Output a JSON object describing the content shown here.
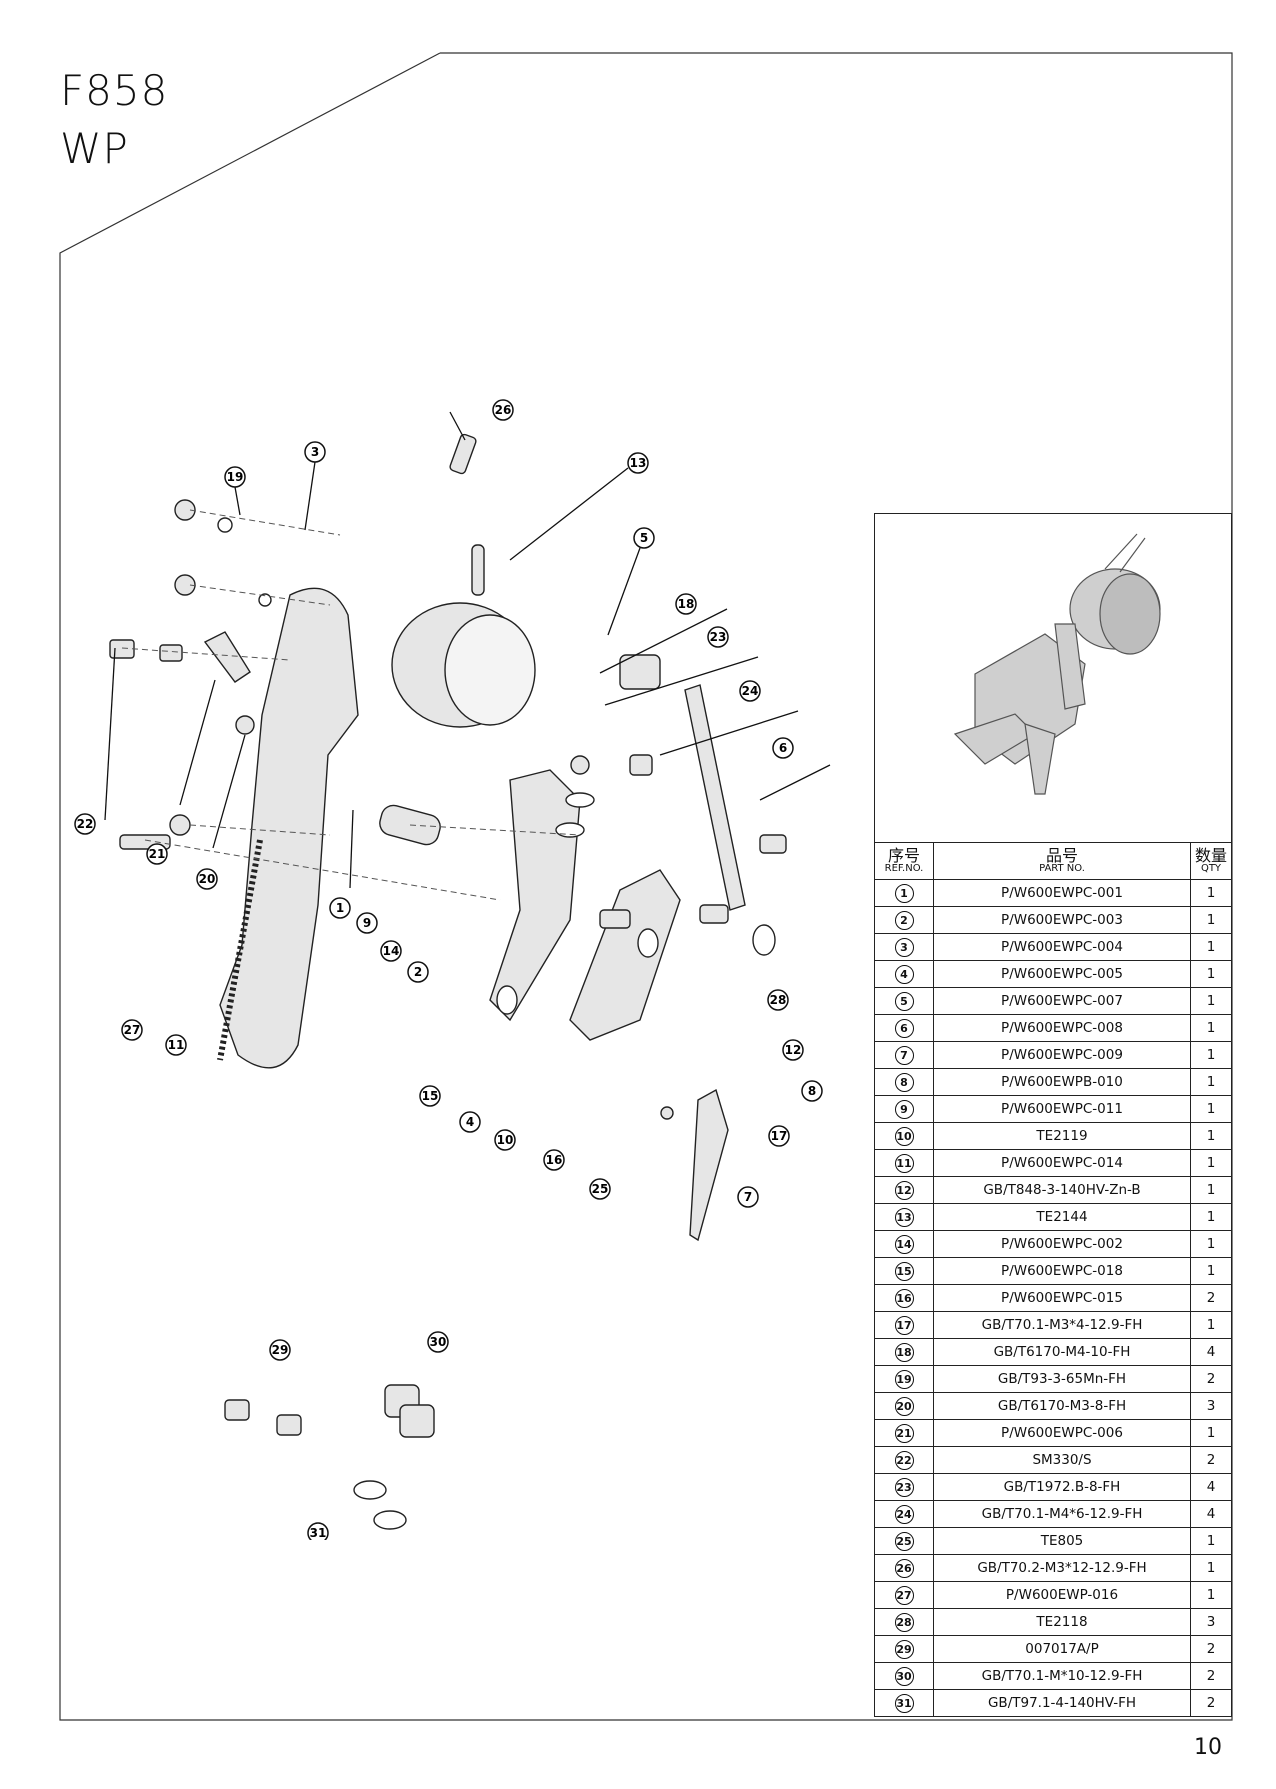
{
  "header": {
    "model_code": "F858",
    "model_suffix": "WP"
  },
  "page_number": "10",
  "table": {
    "headers": {
      "ref_cn": "序号",
      "ref_en": "REF.NO.",
      "part_cn": "品号",
      "part_en": "PART NO.",
      "qty_cn": "数量",
      "qty_en": "QTY"
    },
    "rows": [
      {
        "ref": "1",
        "part": "P/W600EWPC-001",
        "qty": "1"
      },
      {
        "ref": "2",
        "part": "P/W600EWPC-003",
        "qty": "1"
      },
      {
        "ref": "3",
        "part": "P/W600EWPC-004",
        "qty": "1"
      },
      {
        "ref": "4",
        "part": "P/W600EWPC-005",
        "qty": "1"
      },
      {
        "ref": "5",
        "part": "P/W600EWPC-007",
        "qty": "1"
      },
      {
        "ref": "6",
        "part": "P/W600EWPC-008",
        "qty": "1"
      },
      {
        "ref": "7",
        "part": "P/W600EWPC-009",
        "qty": "1"
      },
      {
        "ref": "8",
        "part": "P/W600EWPB-010",
        "qty": "1"
      },
      {
        "ref": "9",
        "part": "P/W600EWPC-011",
        "qty": "1"
      },
      {
        "ref": "10",
        "part": "TE2119",
        "qty": "1"
      },
      {
        "ref": "11",
        "part": "P/W600EWPC-014",
        "qty": "1"
      },
      {
        "ref": "12",
        "part": "GB/T848-3-140HV-Zn-B",
        "qty": "1"
      },
      {
        "ref": "13",
        "part": "TE2144",
        "qty": "1"
      },
      {
        "ref": "14",
        "part": "P/W600EWPC-002",
        "qty": "1"
      },
      {
        "ref": "15",
        "part": "P/W600EWPC-018",
        "qty": "1"
      },
      {
        "ref": "16",
        "part": "P/W600EWPC-015",
        "qty": "2"
      },
      {
        "ref": "17",
        "part": "GB/T70.1-M3*4-12.9-FH",
        "qty": "1"
      },
      {
        "ref": "18",
        "part": "GB/T6170-M4-10-FH",
        "qty": "4"
      },
      {
        "ref": "19",
        "part": "GB/T93-3-65Mn-FH",
        "qty": "2"
      },
      {
        "ref": "20",
        "part": "GB/T6170-M3-8-FH",
        "qty": "3"
      },
      {
        "ref": "21",
        "part": "P/W600EWPC-006",
        "qty": "1"
      },
      {
        "ref": "22",
        "part": "SM330/S",
        "qty": "2"
      },
      {
        "ref": "23",
        "part": "GB/T1972.B-8-FH",
        "qty": "4"
      },
      {
        "ref": "24",
        "part": "GB/T70.1-M4*6-12.9-FH",
        "qty": "4"
      },
      {
        "ref": "25",
        "part": "TE805",
        "qty": "1"
      },
      {
        "ref": "26",
        "part": "GB/T70.2-M3*12-12.9-FH",
        "qty": "1"
      },
      {
        "ref": "27",
        "part": "P/W600EWP-016",
        "qty": "1"
      },
      {
        "ref": "28",
        "part": "TE2118",
        "qty": "3"
      },
      {
        "ref": "29",
        "part": "007017A/P",
        "qty": "2"
      },
      {
        "ref": "30",
        "part": "GB/T70.1-M*10-12.9-FH",
        "qty": "2"
      },
      {
        "ref": "31",
        "part": "GB/T97.1-4-140HV-FH",
        "qty": "2"
      }
    ]
  },
  "callouts": [
    "1",
    "2",
    "3",
    "4",
    "5",
    "6",
    "7",
    "8",
    "9",
    "10",
    "11",
    "12",
    "13",
    "14",
    "15",
    "16",
    "17",
    "18",
    "19",
    "20",
    "21",
    "22",
    "23",
    "24",
    "25",
    "26",
    "27",
    "28",
    "29",
    "30",
    "31"
  ]
}
